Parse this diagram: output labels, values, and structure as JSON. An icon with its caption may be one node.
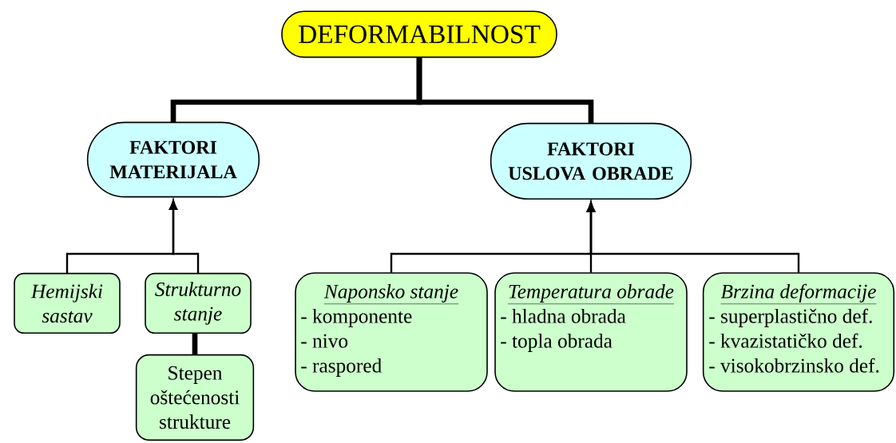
{
  "diagram": {
    "nodes": [
      {
        "text": [
          "DEFORMABILNOST"
        ]
      },
      {
        "text": [
          "FAKTORI MATERIJALA"
        ]
      },
      {
        "text": [
          "FAKTORI USLOVA OBRADE"
        ]
      },
      {
        "text": [
          "Hemijski sastav"
        ]
      },
      {
        "text": [
          "Strukturno stanje"
        ]
      },
      {
        "text": [
          "Stepen oštećenosti strukture"
        ]
      },
      {
        "text": [
          "Naponsko stanje",
          "- komponente",
          "- nivo",
          "- raspored"
        ]
      },
      {
        "text": [
          "Temperatura obrade",
          "- hladna obrada",
          "- topla obrada"
        ]
      },
      {
        "text": [
          "Brzina deformacije",
          "- superplastično def.",
          "- kvazistatičko def.",
          "- visokobrzinsko def."
        ]
      }
    ],
    "edges": [
      {
        "from": 0,
        "to": 1,
        "arrow": "none",
        "style": "thick"
      },
      {
        "from": 0,
        "to": 2,
        "arrow": "none",
        "style": "thick"
      },
      {
        "from": 3,
        "to": 1,
        "arrow": "to"
      },
      {
        "from": 4,
        "to": 1,
        "arrow": "to"
      },
      {
        "from": 5,
        "to": 4,
        "arrow": "none",
        "style": "thick"
      },
      {
        "from": 6,
        "to": 2,
        "arrow": "to"
      },
      {
        "from": 7,
        "to": 2,
        "arrow": "to"
      },
      {
        "from": 8,
        "to": 2,
        "arrow": "to"
      }
    ]
  }
}
